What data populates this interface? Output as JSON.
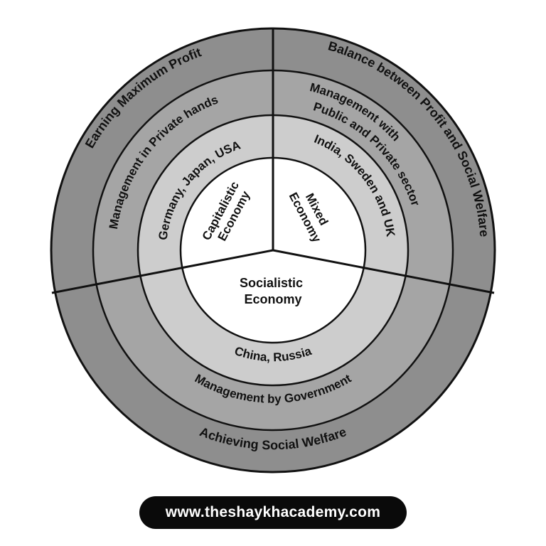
{
  "diagram": {
    "sectors": {
      "capitalistic": {
        "core": [
          "Capitalistic",
          "Economy"
        ],
        "examples": "Germany, Japan, USA",
        "management": "Management in Private hands",
        "objective": "Earning Maximum Profit"
      },
      "mixed": {
        "core": [
          "Mixed",
          "Economy"
        ],
        "examples": "India, Sweden and UK",
        "management": [
          "Management with",
          "Public and Private sector"
        ],
        "objective": "Balance between Profit and Social Welfare"
      },
      "socialistic": {
        "core": [
          "Socialistic",
          "Economy"
        ],
        "examples": "China, Russia",
        "management": "Management by Government",
        "objective": "Achieving Social Welfare"
      }
    },
    "colors": {
      "outer_ring": "#8e8e8e",
      "management_ring": "#a5a5a5",
      "examples_ring": "#cdcdcd",
      "core": "#ffffff",
      "lines": "#111111"
    }
  },
  "footer": {
    "url": "www.theshaykhacademy.com"
  }
}
